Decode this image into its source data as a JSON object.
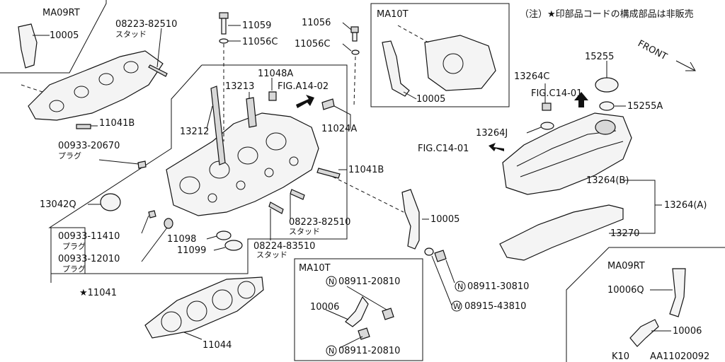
{
  "note": "（注）★印部品コードの構成部品は非販売",
  "drawing_code": "AA11020092",
  "model_code": "K10",
  "front_label": "FRONT",
  "callouts": {
    "ma09rt_tl": "MA09RT",
    "p10005_tl": "10005",
    "p08223_82510_a": "08223-82510",
    "stud_a": "スタッド",
    "p11059": "11059",
    "p11056c_a": "11056C",
    "p11056": "11056",
    "p11056c_b": "11056C",
    "ma10t_top": "MA10T",
    "p10005_top": "10005",
    "p13264c": "13264C",
    "p15255": "15255",
    "fig_c14_01_a": "FIG.C14-01",
    "p15255a": "15255A",
    "p11048a": "11048A",
    "p13213": "13213",
    "fig_a14_02": "FIG.A14-02",
    "p11041b_a": "11041B",
    "p13212": "13212",
    "p11024a": "11024A",
    "p13264j": "13264J",
    "fig_c14_01_b": "FIG.C14-01",
    "p00933_20670": "00933-20670",
    "plug_a": "プラグ",
    "p11041b_b": "11041B",
    "p13264b": "13264(B)",
    "p13264a": "13264(A)",
    "p13042q": "13042Q",
    "p10005_mid": "10005",
    "p08223_82510_b": "08223-82510",
    "stud_b": "スタッド",
    "p13270": "13270",
    "p00933_11410": "00933-11410",
    "plug_b": "プラグ",
    "p11098": "11098",
    "p08224_83510": "08224-83510",
    "p11099": "11099",
    "stud_c": "スタッド",
    "p00933_12010": "00933-12010",
    "plug_c": "プラグ",
    "ma10t_bot": "MA10T",
    "n_08911_20810_a": "08911-20810",
    "n_08911_30810": "08911-30810",
    "ma09rt_br": "MA09RT",
    "p11041_star": "★11041",
    "p10006_bot": "10006",
    "w_08915_43810": "08915-43810",
    "p10006q": "10006Q",
    "p11044": "11044",
    "n_08911_20810_b": "08911-20810",
    "p10006_br": "10006",
    "n_mark": "N",
    "w_mark": "W"
  }
}
